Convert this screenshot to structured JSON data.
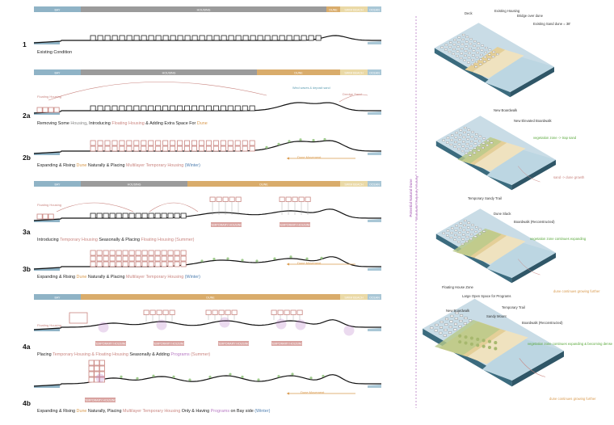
{
  "colors": {
    "bay": "#8fb3c6",
    "housing": "#9b9b9b",
    "dune": "#d9ac6b",
    "swimbeach": "#ead9a6",
    "ocean": "#a9c7d6",
    "accent_red": "#c9847f",
    "accent_orange": "#d99a4e",
    "accent_purple": "#b87bc4",
    "accent_blue": "#4f7fb0",
    "accent_green": "#5aa83c",
    "label_bg": "#d9a3a0"
  },
  "zones": {
    "bay": "BAY",
    "housing": "HOUSING",
    "dune": "DUNE",
    "swim": "SWIM BEACH",
    "ocean": "OCEAN"
  },
  "sections": [
    {
      "num": "1",
      "caption": [
        {
          "t": "Existing Condition",
          "c": "text"
        }
      ]
    },
    {
      "num": "2a",
      "caption": [
        {
          "t": "Removing Some ",
          "c": "text"
        },
        {
          "t": "Housing",
          "c": "muted"
        },
        {
          "t": ", Introducing ",
          "c": "text"
        },
        {
          "t": "Floating Housing",
          "c": "red"
        },
        {
          "t": " & Adding Extra Space For ",
          "c": "text"
        },
        {
          "t": "Dune",
          "c": "orange"
        }
      ]
    },
    {
      "num": "2b",
      "caption": [
        {
          "t": "Expanding & Rising ",
          "c": "text"
        },
        {
          "t": "Dune",
          "c": "orange"
        },
        {
          "t": " Naturally & Placing ",
          "c": "text"
        },
        {
          "t": "Multilayer Temporary Housing",
          "c": "red"
        },
        {
          "t": " (Winter)",
          "c": "blue"
        }
      ]
    },
    {
      "num": "3a",
      "caption": [
        {
          "t": "Introducing ",
          "c": "text"
        },
        {
          "t": "Temporary Housing",
          "c": "red"
        },
        {
          "t": " Seasonally & Placing ",
          "c": "text"
        },
        {
          "t": "Floating Housing",
          "c": "red"
        },
        {
          "t": " (Summer)",
          "c": "red"
        }
      ]
    },
    {
      "num": "3b",
      "caption": [
        {
          "t": "Expanding & Rising ",
          "c": "text"
        },
        {
          "t": "Dune",
          "c": "orange"
        },
        {
          "t": " Naturally & Placing ",
          "c": "text"
        },
        {
          "t": "Multilayer Temporary Housing",
          "c": "red"
        },
        {
          "t": " (Winter)",
          "c": "blue"
        }
      ]
    },
    {
      "num": "4a",
      "caption": [
        {
          "t": "Placing ",
          "c": "text"
        },
        {
          "t": "Temporary Housing & Floating Housing",
          "c": "red"
        },
        {
          "t": " Seasonally & Adding ",
          "c": "text"
        },
        {
          "t": "Programs",
          "c": "purple"
        },
        {
          "t": " (Summer)",
          "c": "red"
        }
      ]
    },
    {
      "num": "4b",
      "caption": [
        {
          "t": "Expanding & Rising ",
          "c": "text"
        },
        {
          "t": "Dune",
          "c": "orange"
        },
        {
          "t": " Naturally, Placing ",
          "c": "text"
        },
        {
          "t": "Multilayer Temporary Housing",
          "c": "red"
        },
        {
          "t": " Only & Having ",
          "c": "text"
        },
        {
          "t": "Programs",
          "c": "purple"
        },
        {
          "t": " on Bay side ",
          "c": "text"
        },
        {
          "t": "(Winter)",
          "c": "blue"
        }
      ]
    }
  ],
  "annotations": {
    "floating_housing": "Floating Housing",
    "wind_waves": "Wind waves & deposit sand",
    "dredge_sand": "Dredge Sand",
    "dune_movement": "Dune Movement",
    "temporary_housing": "TEMPORARY HOUSING"
  },
  "axis": {
    "main": "Potential Natural Dune",
    "sub": "Boardwalk Temporary Housing"
  },
  "iso_labels": {
    "deck": "Deck",
    "existing_housing": "Existing Housing",
    "bridge": "Bridge over dune",
    "existing_sand": "Existing Sand dune = 38'",
    "new_boardwalk": "New Boardwalk",
    "new_elevated": "New Elevated Boardwalk",
    "veg_trap": "vegetation zone -> trap sand",
    "sand_growth": "sand -> dune growth",
    "temp_sandy_trail": "Temporary Sandy Trail",
    "dune_slack": "Dune Slack",
    "boardwalk_recon": "Boardwalk (Reconstructed)",
    "veg_expanding": "vegetation zone continues expanding",
    "dune_growing": "dune continues growing further",
    "floating_zone": "Floating House Zone",
    "large_open": "Large Open Space for Programs",
    "new_boardwalk2": "New Boardwalk",
    "temporary_trail": "Temporary Trail",
    "sandy_mount": "Sandy Mount",
    "boardwalk_recon2": "Boardwalk (Reconstructed)",
    "veg_dense": "vegetation zone continues expanding & becoming dense",
    "dune_growing2": "dune continues growing further"
  }
}
